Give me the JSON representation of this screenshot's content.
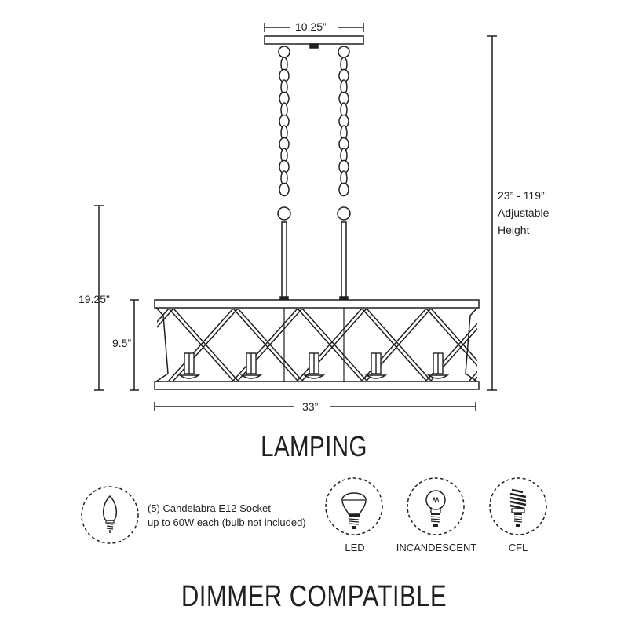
{
  "dimensions": {
    "canopy_width": "10.25”",
    "overall_width": "33”",
    "body_height": "9.5”",
    "fixture_height": "19.25”",
    "adjustable_range": "23” - 119”",
    "adjustable_line2": "Adjustable",
    "adjustable_line3": "Height"
  },
  "sections": {
    "lamping_title": "LAMPING",
    "dimmer_title": "DIMMER COMPATIBLE"
  },
  "socket_info": {
    "line1": "(5) Candelabra E12 Socket",
    "line2": "up to 60W each (bulb not included)"
  },
  "bulb_types": [
    {
      "label": "LED",
      "icon": "led-bulb-icon"
    },
    {
      "label": "INCANDESCENT",
      "icon": "incandescent-bulb-icon"
    },
    {
      "label": "CFL",
      "icon": "cfl-bulb-icon"
    }
  ],
  "colors": {
    "line": "#231f20",
    "background": "#ffffff"
  }
}
